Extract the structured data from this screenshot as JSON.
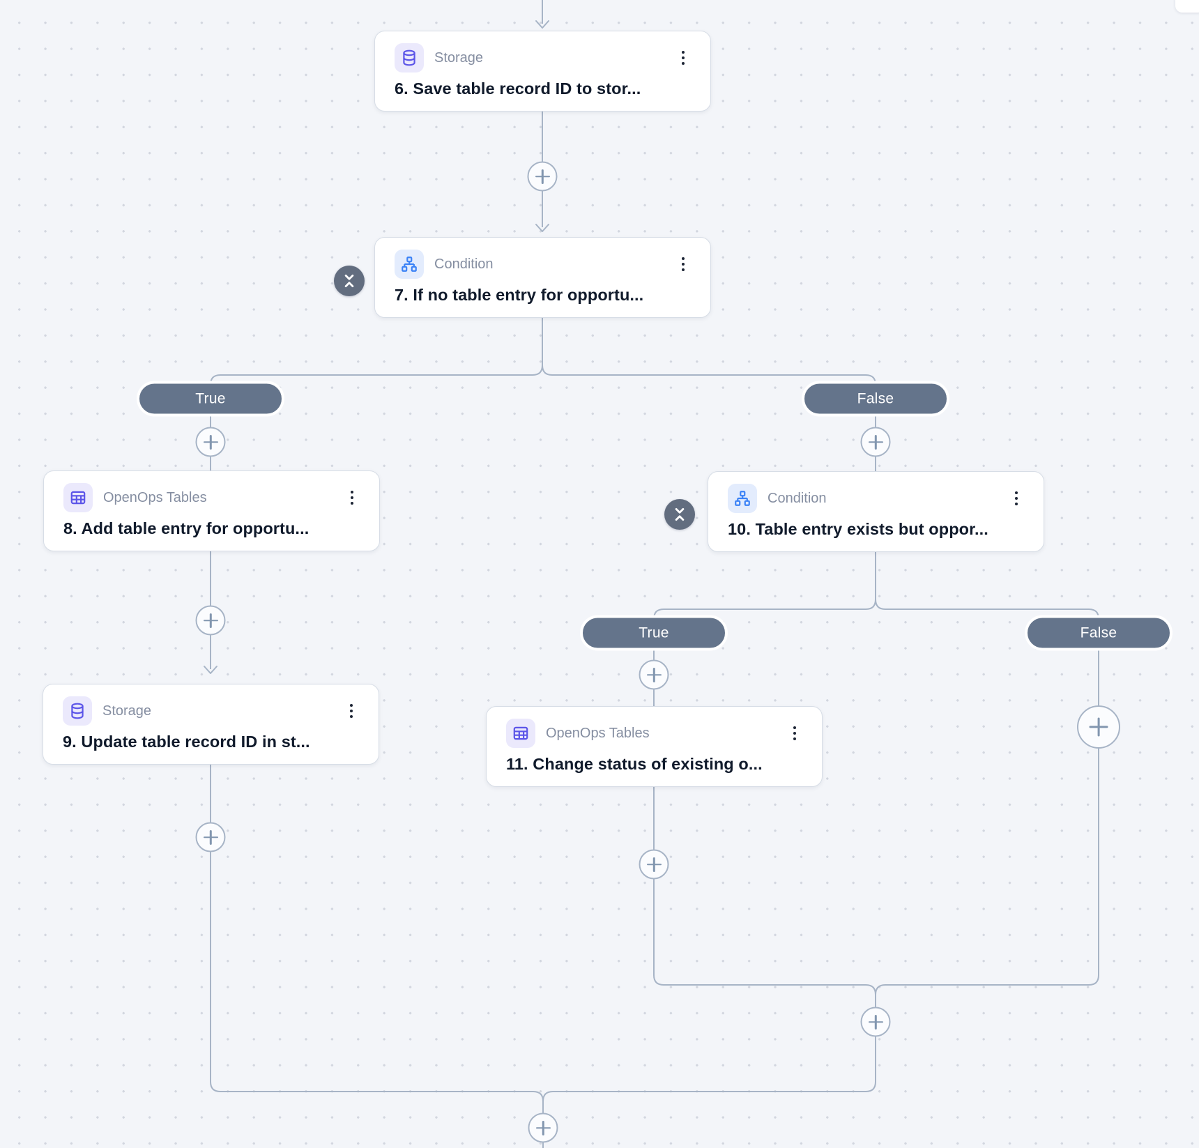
{
  "branch_labels": {
    "true_label": "True",
    "false_label": "False"
  },
  "nodes": {
    "n6": {
      "app": "Storage",
      "title": "6. Save table record ID to stor..."
    },
    "n7": {
      "app": "Condition",
      "title": "7. If no table entry for opportu..."
    },
    "n8": {
      "app": "OpenOps Tables",
      "title": "8. Add table entry for opportu..."
    },
    "n9": {
      "app": "Storage",
      "title": "9. Update table record ID in st..."
    },
    "n10": {
      "app": "Condition",
      "title": "10. Table entry exists but oppor..."
    },
    "n11": {
      "app": "OpenOps Tables",
      "title": "11. Change status of existing o..."
    }
  },
  "icons": {
    "storage": "database-icon",
    "condition": "branch-condition-icon",
    "openops_tables": "table-icon",
    "step_menu": "kebab-menu-icon",
    "skipped_step": "collapse-x-icon",
    "add_step": "plus-icon"
  },
  "colors": {
    "canvas_bg": "#f3f5f9",
    "canvas_dot": "#d2d6df",
    "edge": "#a7b4c6",
    "pill_bg": "#64748b",
    "accent_purple": "#5b54e8",
    "accent_blue": "#3b82f6",
    "title_text": "#101a2b",
    "label_text": "#858ea1"
  }
}
